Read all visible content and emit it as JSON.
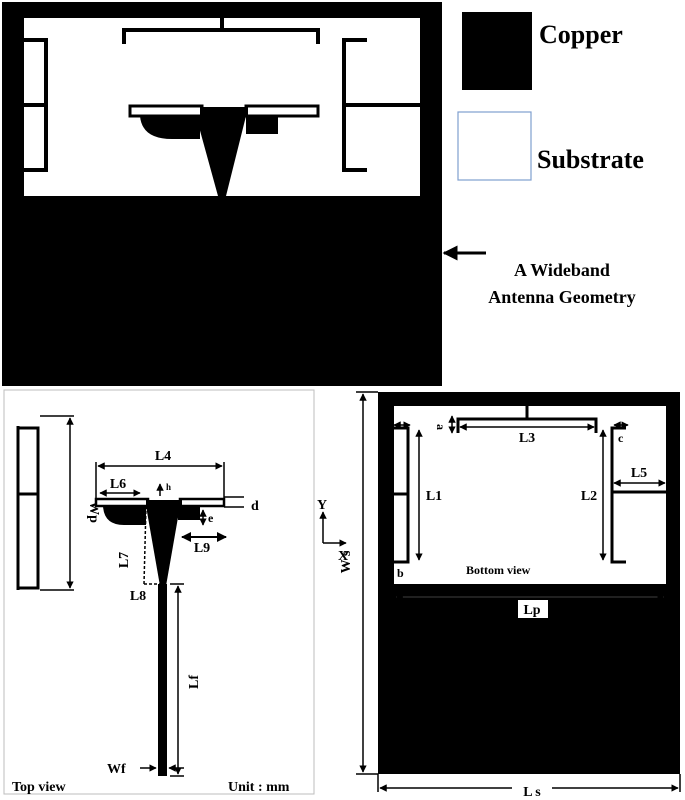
{
  "legend": {
    "copper_label": "Copper",
    "substrate_label": "Substrate",
    "copper_color": "#000000",
    "substrate_border_color": "#7f9fcf"
  },
  "caption": {
    "line1": "A Wideband",
    "line2": "Antenna Geometry"
  },
  "top_view": {
    "labels": {
      "wp": "Wp",
      "l4": "L4",
      "l6": "L6",
      "h": "h",
      "d": "d",
      "e": "e",
      "l9": "L9",
      "l7": "L7",
      "l8": "L8",
      "lf": "Lf",
      "wf": "Wf"
    },
    "view_label": "Top view",
    "unit_label": "Unit : mm"
  },
  "bottom_view": {
    "labels": {
      "a": "a",
      "l3": "L3",
      "c": "c",
      "l1": "L1",
      "l2": "L2",
      "l5": "L5",
      "b": "b",
      "ws": "W s",
      "lp": "Lp",
      "ls": "L s"
    },
    "view_label": "Bottom view"
  },
  "axes": {
    "y": "Y",
    "x": "X"
  }
}
